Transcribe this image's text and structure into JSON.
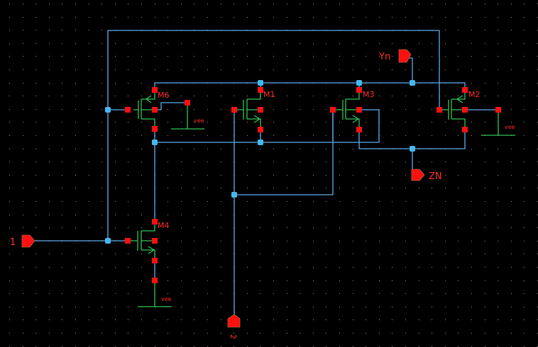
{
  "app": {
    "view": "schematic-editor",
    "background": "#000000"
  },
  "colors": {
    "wire": "#5aa9e6",
    "symbol": "#2fbf55",
    "pin": "#ff1010",
    "junction": "#44b8f0",
    "label": "#ff2a2a"
  },
  "transistors": [
    {
      "id": "M6",
      "label": "M6",
      "type": "pmos"
    },
    {
      "id": "M1",
      "label": "M1",
      "type": "nmos"
    },
    {
      "id": "M3",
      "label": "M3",
      "type": "nmos"
    },
    {
      "id": "M2",
      "label": "M2",
      "type": "pmos"
    },
    {
      "id": "M4",
      "label": "M4",
      "type": "nmos"
    }
  ],
  "supplies": [
    {
      "id": "vee-m6",
      "label": "vee"
    },
    {
      "id": "vee-m2",
      "label": "vee"
    },
    {
      "id": "vee-m4",
      "label": "vee"
    }
  ],
  "ports": [
    {
      "id": "Yn",
      "label": "Yn",
      "direction": "input"
    },
    {
      "id": "ZN",
      "label": "ZN",
      "direction": "output"
    },
    {
      "id": "in1",
      "label": "1",
      "direction": "input"
    },
    {
      "id": "in2",
      "label": "2",
      "direction": "input"
    }
  ]
}
